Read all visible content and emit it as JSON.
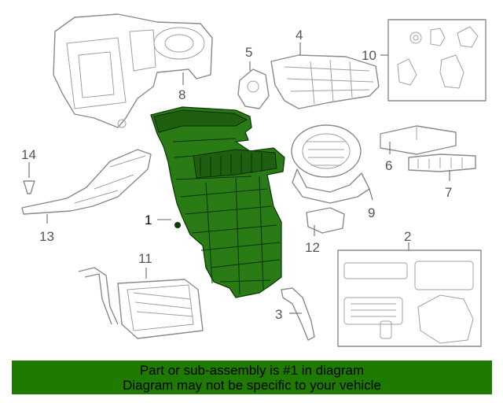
{
  "callouts": {
    "c1": "1",
    "c2": "2",
    "c3": "3",
    "c4": "4",
    "c5": "5",
    "c6": "6",
    "c7": "7",
    "c8": "8",
    "c9": "9",
    "c10": "10",
    "c11": "11",
    "c12": "12",
    "c13": "13",
    "c14": "14"
  },
  "banner": {
    "line1": "Part or sub-assembly is #1 in diagram",
    "line2": "Diagram may not be specific to your vehicle"
  },
  "colors": {
    "highlight": "#2a7a16",
    "banner_background": "#1e7a00"
  }
}
